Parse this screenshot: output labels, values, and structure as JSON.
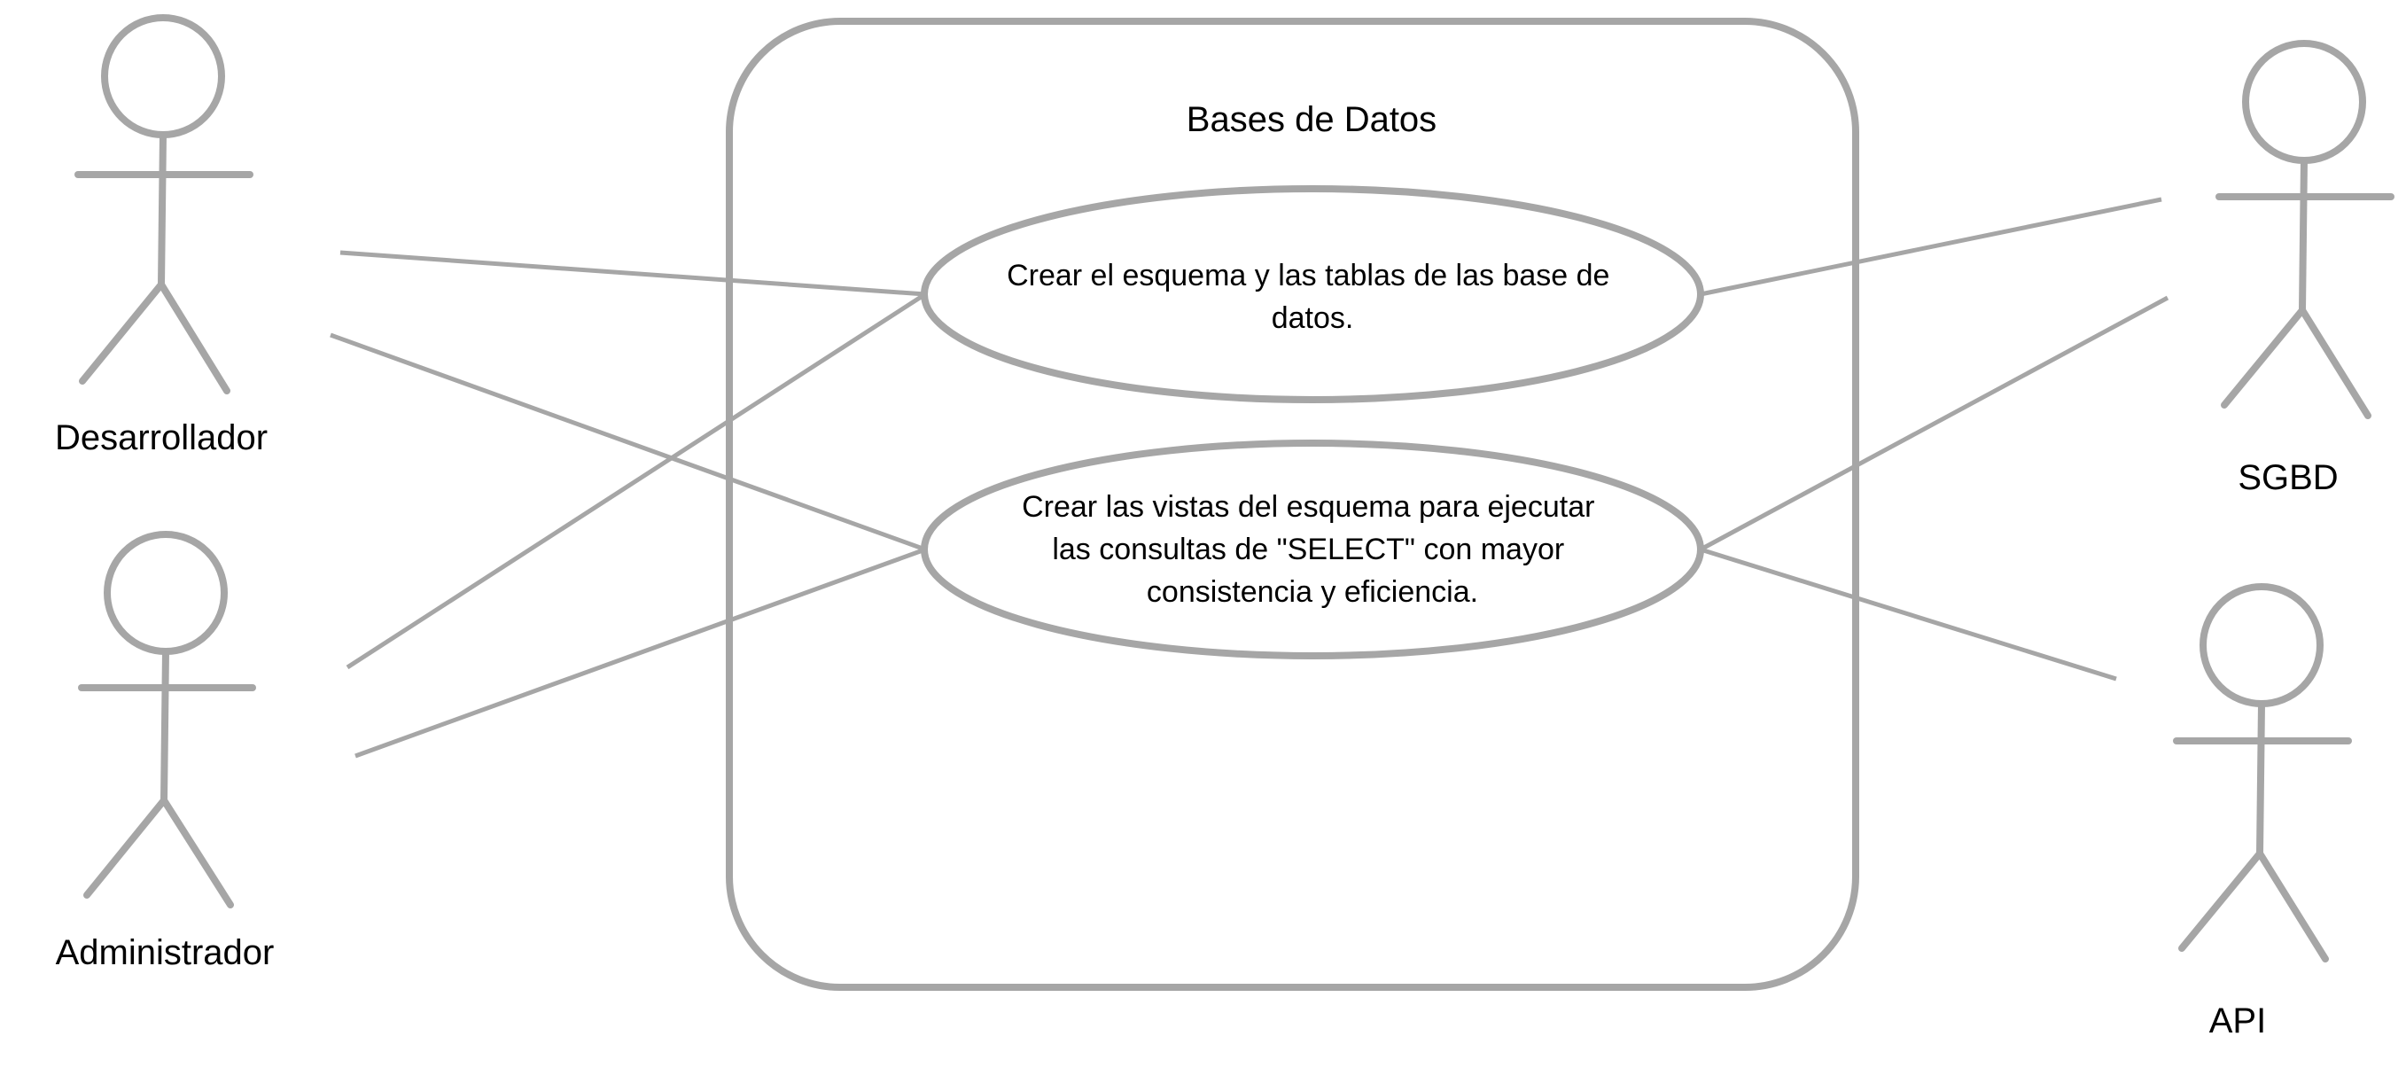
{
  "system": {
    "title": "Bases de Datos"
  },
  "use_cases": [
    {
      "lines": [
        "Crear el esquema y las tablas de las base de",
        "datos."
      ]
    },
    {
      "lines": [
        "Crear las vistas del esquema para ejecutar",
        "las consultas de \"SELECT\" con mayor",
        "consistencia y eficiencia."
      ]
    }
  ],
  "actors": [
    {
      "name": "Desarrollador"
    },
    {
      "name": "Administrador"
    },
    {
      "name": "SGBD"
    },
    {
      "name": "API"
    }
  ]
}
